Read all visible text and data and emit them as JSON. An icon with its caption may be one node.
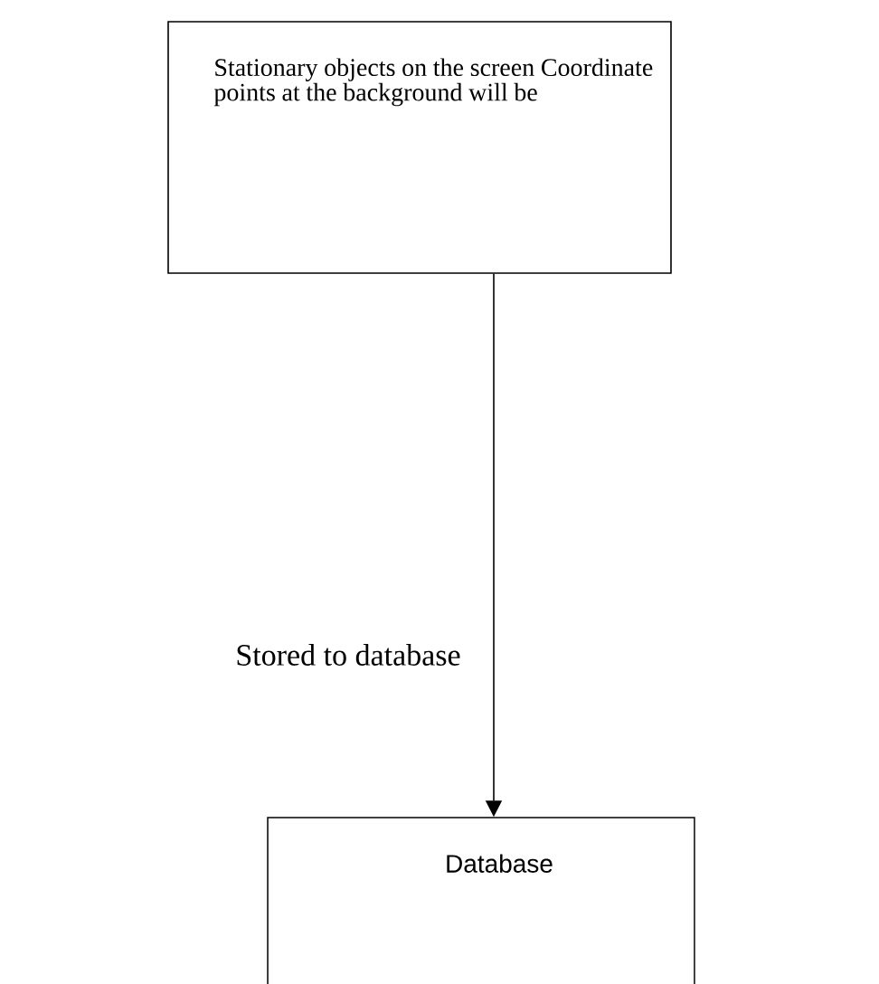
{
  "diagram": {
    "nodes": [
      {
        "text": [
          "Stationary objects on the screen Coordinate points at the background will be"
        ]
      },
      {
        "text": [
          "Database"
        ]
      }
    ],
    "edges": [
      {
        "from": 0,
        "to": 1,
        "arrow": "to",
        "label": "Stored to database"
      }
    ]
  }
}
